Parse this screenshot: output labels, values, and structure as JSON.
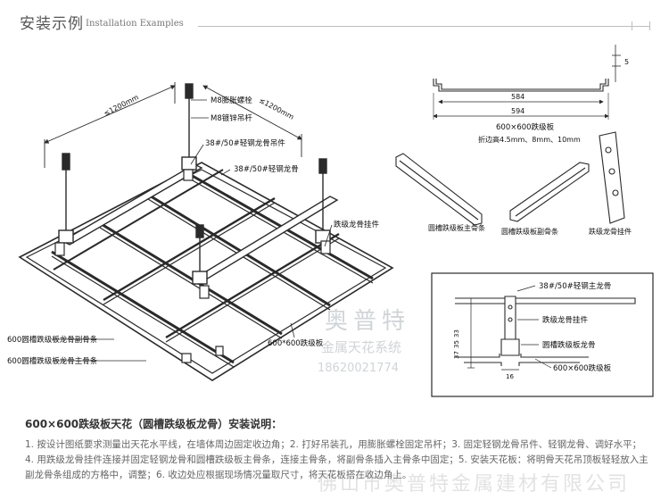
{
  "header": {
    "title_cn": "安装示例",
    "title_en": "Installation Examples"
  },
  "diagram": {
    "dim_left": "≤1200mm",
    "dim_right": "≤1200mm",
    "main": {
      "bolt": "M8膨胀螺栓",
      "rod": "M8镀锌吊杆",
      "hanger": "38#/50#轻钢龙骨吊件",
      "keel": "38#/50#轻钢龙骨",
      "clip": "跌级龙骨挂件",
      "cross_tee": "600圆槽跌级板龙骨副骨条",
      "main_tee": "600圆槽跌级板龙骨主骨条",
      "panel": "600*600跌级板"
    },
    "panel_section": {
      "dim_side": "5",
      "dim_top": "584",
      "dim_bottom": "594",
      "name": "600×600跌级板",
      "fold_heights": "折边高4.5mm、8mm、10mm"
    },
    "parts": {
      "main_tee": "圆槽跌级板主骨条",
      "cross_tee": "圆槽跌级板副骨条",
      "clip": "跌级龙骨挂件"
    },
    "detail": {
      "keel": "38#/50#轻钢主龙骨",
      "clip": "跌级龙骨挂件",
      "tee": "圆槽跌级板龙骨",
      "panel": "600×600跌级板",
      "dim_h1": "33",
      "dim_h2": "35",
      "dim_h3": "37",
      "dim_w": "16"
    },
    "watermark": {
      "logo": "奥普特",
      "line1": "金属天花系统",
      "line2": "18620021774"
    }
  },
  "description": {
    "title": "600×600跌级板天花（圆槽跌级板龙骨）安装说明：",
    "body": "1. 按设计图纸要求测量出天花水平线，在墙体周边固定收边角；2. 打好吊装孔，用膨胀螺栓固定吊杆；3. 固定轻钢龙骨吊件、轻钢龙骨、调好水平；4. 用跌级龙骨挂件连接并固定轻钢龙骨和圆槽跌级板主骨条，连接主骨条，将副骨条插入主骨条中固定；5. 安装天花板：将明骨天花吊顶板轻轻放入主副龙骨条组成的方格中，调整；6. 收边处应根据现场情况量取尺寸，将天花板搭在收边角上。",
    "watermark": "佛山市奥普特金属建材有限公司"
  },
  "colors": {
    "line": "#2a2a2a",
    "text": "#111111",
    "header_text": "#555555",
    "desc_text": "#666666",
    "watermark": "#9aa0a6"
  }
}
